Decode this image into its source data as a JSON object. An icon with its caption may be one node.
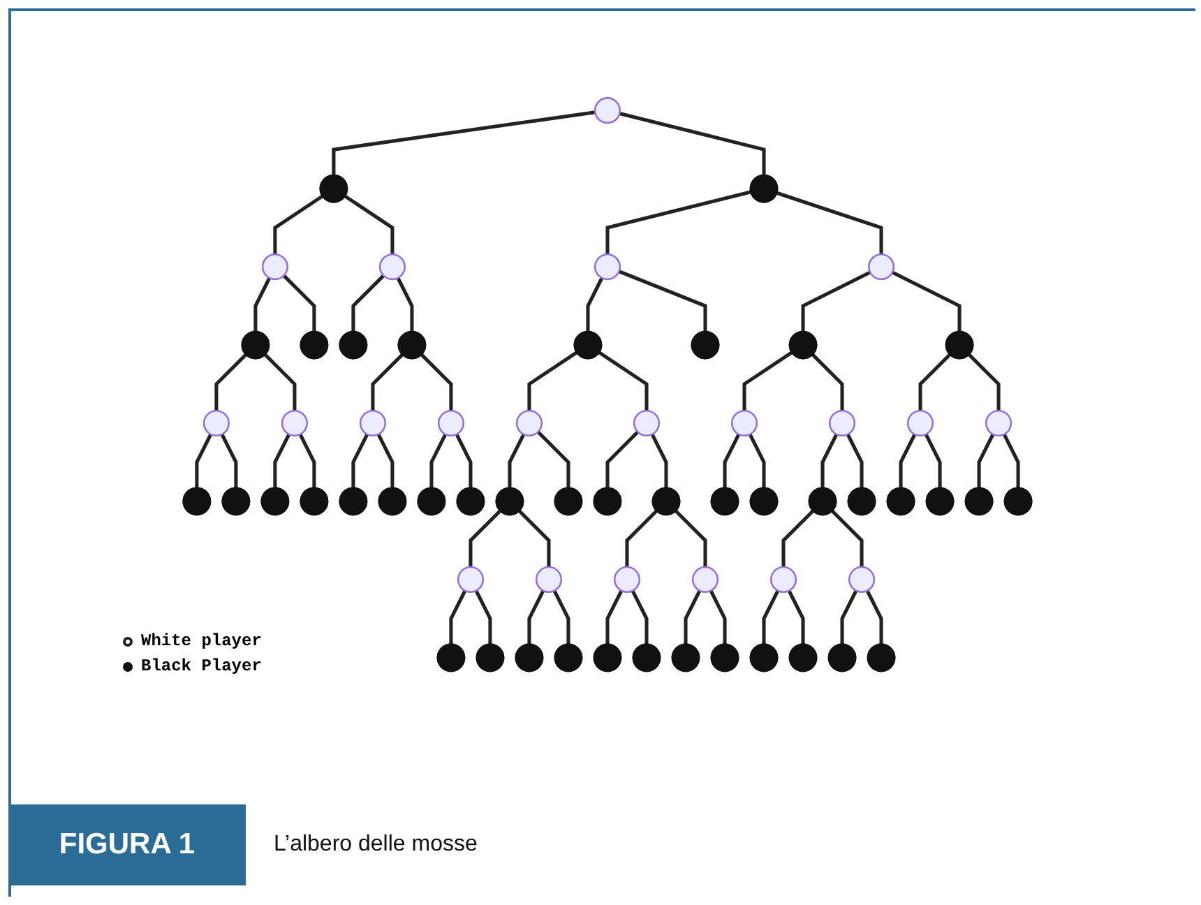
{
  "diagram": {
    "caption": "L’albero delle mosse",
    "nodes": [
      {
        "text": [],
        "shape": "circle"
      },
      {
        "text": [],
        "shape": "dot"
      },
      {
        "text": [],
        "shape": "dot"
      },
      {
        "text": [],
        "shape": "circle"
      },
      {
        "text": [],
        "shape": "circle"
      },
      {
        "text": [],
        "shape": "circle"
      },
      {
        "text": [],
        "shape": "circle"
      },
      {
        "text": [],
        "shape": "dot"
      },
      {
        "text": [],
        "shape": "dot"
      },
      {
        "text": [],
        "shape": "dot"
      },
      {
        "text": [],
        "shape": "dot"
      },
      {
        "text": [],
        "shape": "dot"
      },
      {
        "text": [],
        "shape": "dot"
      },
      {
        "text": [],
        "shape": "dot"
      },
      {
        "text": [],
        "shape": "dot"
      },
      {
        "text": [],
        "shape": "circle"
      },
      {
        "text": [],
        "shape": "circle"
      },
      {
        "text": [],
        "shape": "circle"
      },
      {
        "text": [],
        "shape": "circle"
      },
      {
        "text": [],
        "shape": "circle"
      },
      {
        "text": [],
        "shape": "circle"
      },
      {
        "text": [],
        "shape": "circle"
      },
      {
        "text": [],
        "shape": "circle"
      },
      {
        "text": [],
        "shape": "circle"
      },
      {
        "text": [],
        "shape": "circle"
      },
      {
        "text": [],
        "shape": "dot"
      },
      {
        "text": [],
        "shape": "dot"
      },
      {
        "text": [],
        "shape": "dot"
      },
      {
        "text": [],
        "shape": "dot"
      },
      {
        "text": [],
        "shape": "dot"
      },
      {
        "text": [],
        "shape": "dot"
      },
      {
        "text": [],
        "shape": "dot"
      },
      {
        "text": [],
        "shape": "dot"
      },
      {
        "text": [],
        "shape": "dot"
      },
      {
        "text": [],
        "shape": "dot"
      },
      {
        "text": [],
        "shape": "dot"
      },
      {
        "text": [],
        "shape": "dot"
      },
      {
        "text": [],
        "shape": "dot"
      },
      {
        "text": [],
        "shape": "dot"
      },
      {
        "text": [],
        "shape": "dot"
      },
      {
        "text": [],
        "shape": "dot"
      },
      {
        "text": [],
        "shape": "dot"
      },
      {
        "text": [],
        "shape": "dot"
      },
      {
        "text": [],
        "shape": "dot"
      },
      {
        "text": [],
        "shape": "dot"
      },
      {
        "text": [],
        "shape": "circle"
      },
      {
        "text": [],
        "shape": "circle"
      },
      {
        "text": [],
        "shape": "circle"
      },
      {
        "text": [],
        "shape": "circle"
      },
      {
        "text": [],
        "shape": "circle"
      },
      {
        "text": [],
        "shape": "circle"
      },
      {
        "text": [],
        "shape": "dot"
      },
      {
        "text": [],
        "shape": "dot"
      },
      {
        "text": [],
        "shape": "dot"
      },
      {
        "text": [],
        "shape": "dot"
      },
      {
        "text": [],
        "shape": "dot"
      },
      {
        "text": [],
        "shape": "dot"
      },
      {
        "text": [],
        "shape": "dot"
      },
      {
        "text": [],
        "shape": "dot"
      },
      {
        "text": [],
        "shape": "dot"
      },
      {
        "text": [],
        "shape": "dot"
      },
      {
        "text": [],
        "shape": "dot"
      },
      {
        "text": [],
        "shape": "dot"
      }
    ],
    "edges": [
      {
        "from": 0,
        "to": 1,
        "arrow": "none"
      },
      {
        "from": 0,
        "to": 2,
        "arrow": "none"
      },
      {
        "from": 1,
        "to": 3,
        "arrow": "none"
      },
      {
        "from": 1,
        "to": 4,
        "arrow": "none"
      },
      {
        "from": 2,
        "to": 5,
        "arrow": "none"
      },
      {
        "from": 2,
        "to": 6,
        "arrow": "none"
      },
      {
        "from": 3,
        "to": 7,
        "arrow": "none"
      },
      {
        "from": 3,
        "to": 8,
        "arrow": "none"
      },
      {
        "from": 4,
        "to": 9,
        "arrow": "none"
      },
      {
        "from": 4,
        "to": 10,
        "arrow": "none"
      },
      {
        "from": 5,
        "to": 11,
        "arrow": "none"
      },
      {
        "from": 5,
        "to": 12,
        "arrow": "none"
      },
      {
        "from": 6,
        "to": 13,
        "arrow": "none"
      },
      {
        "from": 6,
        "to": 14,
        "arrow": "none"
      },
      {
        "from": 7,
        "to": 15,
        "arrow": "none"
      },
      {
        "from": 7,
        "to": 16,
        "arrow": "none"
      },
      {
        "from": 10,
        "to": 17,
        "arrow": "none"
      },
      {
        "from": 10,
        "to": 18,
        "arrow": "none"
      },
      {
        "from": 11,
        "to": 19,
        "arrow": "none"
      },
      {
        "from": 11,
        "to": 20,
        "arrow": "none"
      },
      {
        "from": 13,
        "to": 21,
        "arrow": "none"
      },
      {
        "from": 13,
        "to": 22,
        "arrow": "none"
      },
      {
        "from": 14,
        "to": 23,
        "arrow": "none"
      },
      {
        "from": 14,
        "to": 24,
        "arrow": "none"
      },
      {
        "from": 15,
        "to": 25,
        "arrow": "none"
      },
      {
        "from": 15,
        "to": 26,
        "arrow": "none"
      },
      {
        "from": 16,
        "to": 27,
        "arrow": "none"
      },
      {
        "from": 16,
        "to": 28,
        "arrow": "none"
      },
      {
        "from": 17,
        "to": 29,
        "arrow": "none"
      },
      {
        "from": 17,
        "to": 30,
        "arrow": "none"
      },
      {
        "from": 18,
        "to": 31,
        "arrow": "none"
      },
      {
        "from": 18,
        "to": 32,
        "arrow": "none"
      },
      {
        "from": 19,
        "to": 33,
        "arrow": "none"
      },
      {
        "from": 19,
        "to": 34,
        "arrow": "none"
      },
      {
        "from": 20,
        "to": 35,
        "arrow": "none"
      },
      {
        "from": 20,
        "to": 36,
        "arrow": "none"
      },
      {
        "from": 21,
        "to": 37,
        "arrow": "none"
      },
      {
        "from": 21,
        "to": 38,
        "arrow": "none"
      },
      {
        "from": 22,
        "to": 39,
        "arrow": "none"
      },
      {
        "from": 22,
        "to": 40,
        "arrow": "none"
      },
      {
        "from": 23,
        "to": 41,
        "arrow": "none"
      },
      {
        "from": 23,
        "to": 42,
        "arrow": "none"
      },
      {
        "from": 24,
        "to": 43,
        "arrow": "none"
      },
      {
        "from": 24,
        "to": 44,
        "arrow": "none"
      },
      {
        "from": 33,
        "to": 45,
        "arrow": "none"
      },
      {
        "from": 33,
        "to": 46,
        "arrow": "none"
      },
      {
        "from": 36,
        "to": 47,
        "arrow": "none"
      },
      {
        "from": 36,
        "to": 48,
        "arrow": "none"
      },
      {
        "from": 39,
        "to": 49,
        "arrow": "none"
      },
      {
        "from": 39,
        "to": 50,
        "arrow": "none"
      },
      {
        "from": 45,
        "to": 51,
        "arrow": "none"
      },
      {
        "from": 45,
        "to": 52,
        "arrow": "none"
      },
      {
        "from": 46,
        "to": 53,
        "arrow": "none"
      },
      {
        "from": 46,
        "to": 54,
        "arrow": "none"
      },
      {
        "from": 47,
        "to": 55,
        "arrow": "none"
      },
      {
        "from": 47,
        "to": 56,
        "arrow": "none"
      },
      {
        "from": 48,
        "to": 57,
        "arrow": "none"
      },
      {
        "from": 48,
        "to": 58,
        "arrow": "none"
      },
      {
        "from": 49,
        "to": 59,
        "arrow": "none"
      },
      {
        "from": 49,
        "to": 60,
        "arrow": "none"
      },
      {
        "from": 50,
        "to": 61,
        "arrow": "none"
      },
      {
        "from": 50,
        "to": 62,
        "arrow": "none"
      }
    ],
    "labels": [
      "FIGURA 1"
    ],
    "legend": [
      {
        "text": "White player"
      },
      {
        "text": "Black Player"
      }
    ]
  }
}
